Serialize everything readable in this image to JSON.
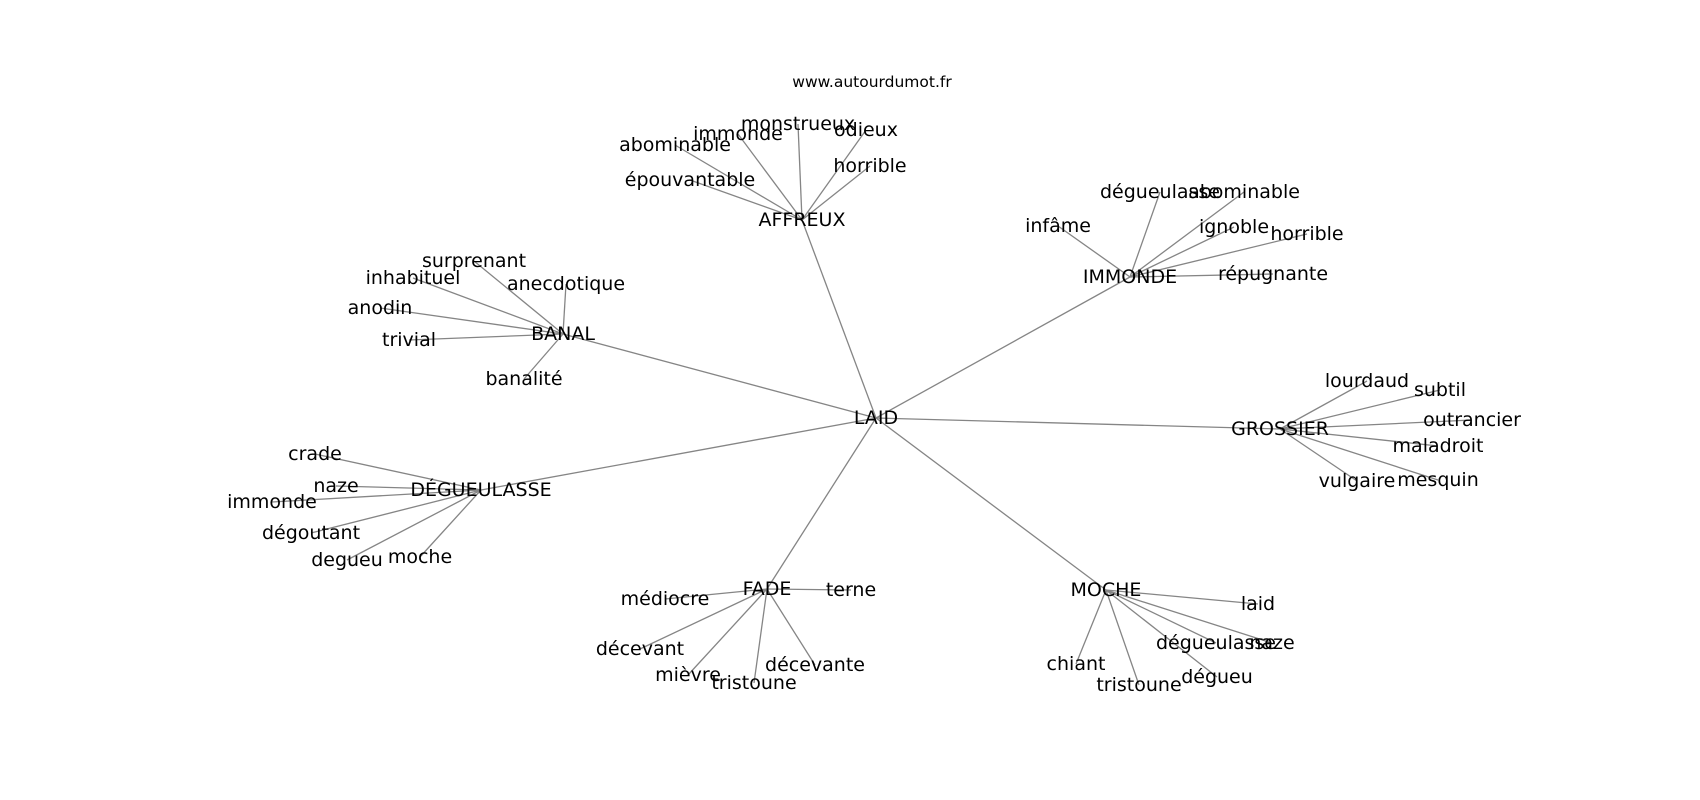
{
  "site": "www.autourdumot.fr",
  "center": "LAID",
  "groups": [
    {
      "label": "AFFREUX",
      "leaves": [
        "monstrueux",
        "immonde",
        "abominable",
        "odieux",
        "horrible",
        "épouvantable"
      ]
    },
    {
      "label": "IMMONDE",
      "leaves": [
        "dégueulasse",
        "abominable",
        "infâme",
        "ignoble",
        "horrible",
        "répugnante"
      ]
    },
    {
      "label": "BANAL",
      "leaves": [
        "surprenant",
        "inhabituel",
        "anecdotique",
        "anodin",
        "trivial",
        "banalité"
      ]
    },
    {
      "label": "GROSSIER",
      "leaves": [
        "lourdaud",
        "subtil",
        "outrancier",
        "maladroit",
        "vulgaire",
        "mesquin"
      ]
    },
    {
      "label": "DÉGUEULASSE",
      "leaves": [
        "crade",
        "naze",
        "immonde",
        "dégoutant",
        "degueu",
        "moche"
      ]
    },
    {
      "label": "FADE",
      "leaves": [
        "médiocre",
        "terne",
        "décevant",
        "mièvre",
        "tristoune",
        "décevante"
      ]
    },
    {
      "label": "MOCHE",
      "leaves": [
        "laid",
        "dégueulasse",
        "naze",
        "chiant",
        "tristoune",
        "dégueu"
      ]
    }
  ]
}
